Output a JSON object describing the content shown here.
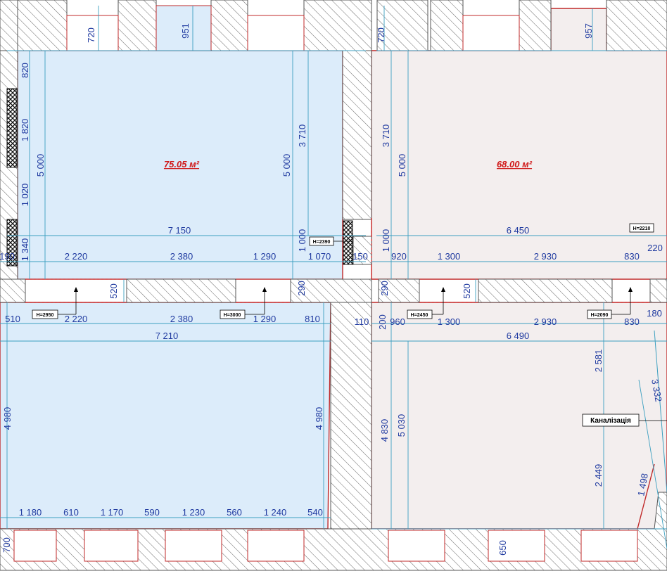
{
  "rooms": [
    {
      "id": "room-a",
      "area": "75.05 м²",
      "fill": "#dcecfa"
    },
    {
      "id": "room-b",
      "area": "68.00 м²",
      "fill": "#f3eeee"
    },
    {
      "id": "room-c",
      "area": "",
      "fill": "#dcecfa"
    },
    {
      "id": "room-d",
      "area": "",
      "fill": "#f3eeee"
    }
  ],
  "height_tags": [
    "H=2390",
    "H=2210",
    "H=2950",
    "H=3000",
    "H=2450",
    "H=2090"
  ],
  "annotation": "Каналізація",
  "colors": {
    "wall_edge": "#c02828",
    "dimension_text": "#1f3aa0",
    "dimension_line": "#3c9fc0",
    "area_text": "#d01818"
  },
  "dimensions": {
    "d1": "720",
    "d2": "951",
    "d3": "720",
    "d4": "957",
    "d5": "820",
    "d6": "1 820",
    "d7": "5 000",
    "d8": "1 020",
    "d9": "1 340",
    "d10": "3 710",
    "d11": "5 000",
    "d12": "3 710",
    "d13": "5 000",
    "d14": "7 150",
    "d15": "6 450",
    "d16": "1 000",
    "d17": "1 000",
    "d18": "190",
    "d19": "2 220",
    "d20": "2 380",
    "d21": "1 290",
    "d22": "1 070",
    "d23": "150",
    "d24": "920",
    "d25": "1 300",
    "d26": "2 930",
    "d27": "830",
    "d28": "220",
    "d29": "520",
    "d30": "290",
    "d31": "290",
    "d32": "520",
    "d33": "510",
    "d34": "2 220",
    "d35": "2 380",
    "d36": "1 290",
    "d37": "810",
    "d38": "110",
    "d39": "200",
    "d40": "960",
    "d41": "1 300",
    "d42": "2 930",
    "d43": "830",
    "d44": "180",
    "d45": "7 210",
    "d46": "6 490",
    "d47": "4 980",
    "d48": "4 980",
    "d49": "4 830",
    "d50": "5 030",
    "d51": "2 581",
    "d52": "3 332",
    "d53": "2 449",
    "d54": "1 498",
    "d55": "1 180",
    "d56": "610",
    "d57": "1 170",
    "d58": "590",
    "d59": "1 230",
    "d60": "560",
    "d61": "1 240",
    "d62": "540",
    "d63": "700",
    "d64": "650"
  }
}
